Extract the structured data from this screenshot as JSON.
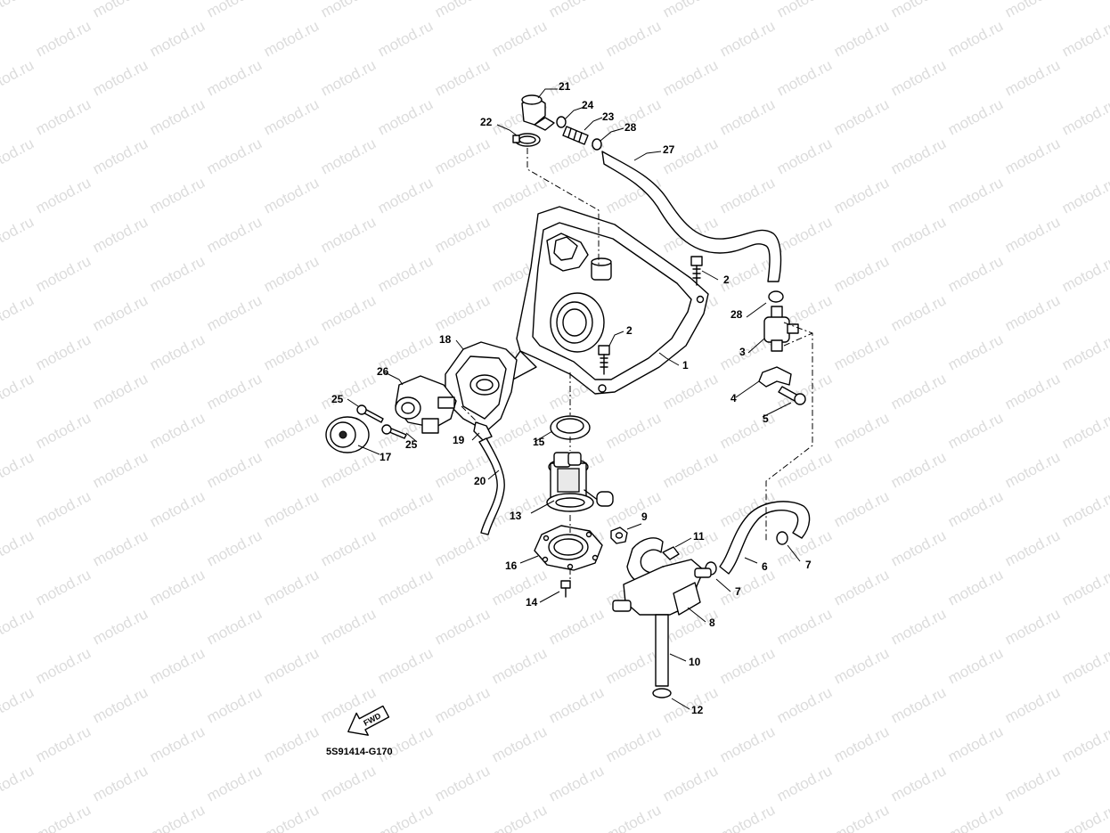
{
  "watermark": "motod.ru",
  "diagram_code": "5S91414-G170",
  "fwd_label": "FWD",
  "callouts": {
    "c1": "1",
    "c2a": "2",
    "c2b": "2",
    "c3": "3",
    "c4": "4",
    "c5": "5",
    "c6": "6",
    "c7a": "7",
    "c7b": "7",
    "c8": "8",
    "c9": "9",
    "c10": "10",
    "c11": "11",
    "c12": "12",
    "c13": "13",
    "c14": "14",
    "c15": "15",
    "c16": "16",
    "c17": "17",
    "c18": "18",
    "c19": "19",
    "c20": "20",
    "c21": "21",
    "c22": "22",
    "c23": "23",
    "c24": "24",
    "c25a": "25",
    "c25b": "25",
    "c26": "26",
    "c27": "27",
    "c28a": "28",
    "c28b": "28"
  }
}
